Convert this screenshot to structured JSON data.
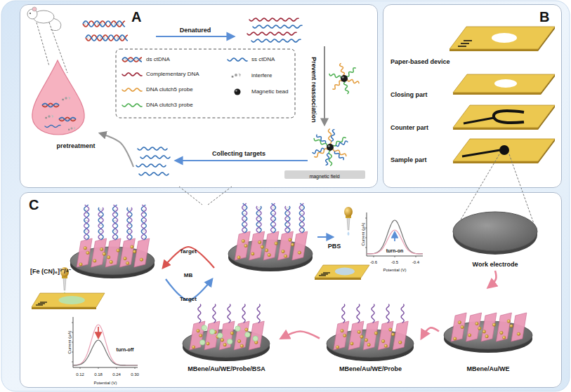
{
  "diagram": {
    "nodes": [
      {
        "text": [
          "A"
        ]
      },
      {
        "text": [
          "B"
        ]
      },
      {
        "text": [
          "C"
        ]
      },
      {
        "text": [
          "Work electrode"
        ],
        "in": 2
      },
      {
        "text": [
          "MBene/Au/WE"
        ],
        "in": 2
      },
      {
        "text": [
          "MBene/Au/WE/Probe"
        ],
        "in": 2
      },
      {
        "text": [
          "MBene/Au/WE/Probe/BSA"
        ],
        "in": 2
      }
    ],
    "edges": [
      {
        "from": 3,
        "to": 4,
        "arrow": "to"
      },
      {
        "from": 4,
        "to": 5,
        "arrow": "to"
      },
      {
        "from": 5,
        "to": 6,
        "arrow": "to"
      }
    ],
    "labels": [
      "Denatured",
      "Prevent reassociation",
      "magnetic field",
      "Collecting targets",
      "pretreatment",
      "Paper-based device",
      "Closing part",
      "Counter part",
      "Sample part",
      "PBS",
      "turn-on",
      "Current (μA)",
      "Potential (V)",
      "-0.6",
      "-0.5",
      "-0.4",
      "[Fe (CN)₆]³⁻/⁴⁻",
      "turn-off",
      "Current (μA)",
      "Potential (V)",
      "0.12",
      "0.18",
      "0.24",
      "0.30",
      "Target",
      "MB",
      "Target"
    ],
    "legend": [
      {
        "text": "ds ctDNA"
      },
      {
        "text": "ss ctDNA"
      },
      {
        "text": "Complementary DNA"
      },
      {
        "text": "interfere"
      },
      {
        "text": "DNA clutch5 probe"
      },
      {
        "text": "Magnetic bead"
      },
      {
        "text": "DNA clutch3 probe"
      }
    ]
  }
}
